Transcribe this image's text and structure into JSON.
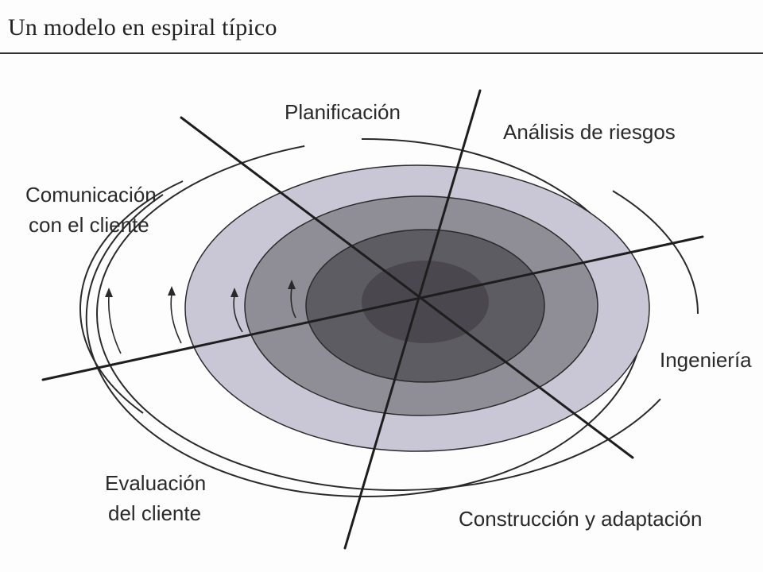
{
  "title": "Un modelo en espiral típico",
  "sectors": {
    "planning": "Planificación",
    "risk_analysis": "Análisis de riesgos",
    "communication_line1": "Comunicación",
    "communication_line2": "con el cliente",
    "engineering": "Ingeniería",
    "evaluation_line1": "Evaluación",
    "evaluation_line2": "del cliente",
    "construction": "Construcción y adaptación"
  },
  "colors": {
    "ring_light": "#c9c7d6",
    "ring_mid": "#8f8d96",
    "ring_dark": "#5e5c63",
    "ring_core": "#4a484e",
    "lines": "#1e1e1e"
  }
}
